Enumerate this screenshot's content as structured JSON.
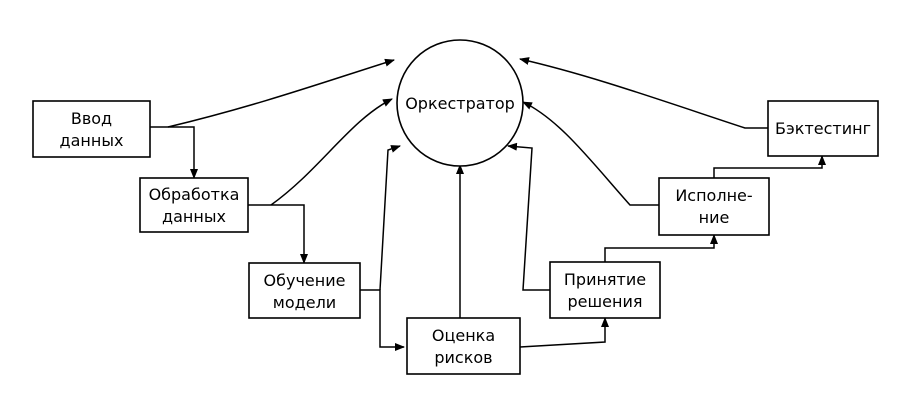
{
  "diagram": {
    "type": "flowchart",
    "center": {
      "id": "orchestrator",
      "label": "Оркестратор"
    },
    "nodes": [
      {
        "id": "input",
        "lines": [
          "Ввод",
          "данных"
        ]
      },
      {
        "id": "processing",
        "lines": [
          "Обработка",
          "данных"
        ]
      },
      {
        "id": "training",
        "lines": [
          "Обучение",
          "модели"
        ]
      },
      {
        "id": "risk",
        "lines": [
          "Оценка",
          "рисков"
        ]
      },
      {
        "id": "decision",
        "lines": [
          "Принятие",
          "решения"
        ]
      },
      {
        "id": "execution",
        "lines": [
          "Исполне-",
          "ние"
        ]
      },
      {
        "id": "backtest",
        "lines": [
          "Бэктестинг"
        ]
      }
    ],
    "edges": [
      {
        "from": "input",
        "to": "orchestrator"
      },
      {
        "from": "input",
        "to": "processing"
      },
      {
        "from": "processing",
        "to": "orchestrator"
      },
      {
        "from": "processing",
        "to": "training"
      },
      {
        "from": "training",
        "to": "orchestrator"
      },
      {
        "from": "training",
        "to": "risk"
      },
      {
        "from": "risk",
        "to": "orchestrator"
      },
      {
        "from": "risk",
        "to": "decision"
      },
      {
        "from": "decision",
        "to": "orchestrator"
      },
      {
        "from": "decision",
        "to": "execution"
      },
      {
        "from": "execution",
        "to": "orchestrator"
      },
      {
        "from": "execution",
        "to": "backtest"
      },
      {
        "from": "backtest",
        "to": "orchestrator"
      }
    ]
  }
}
